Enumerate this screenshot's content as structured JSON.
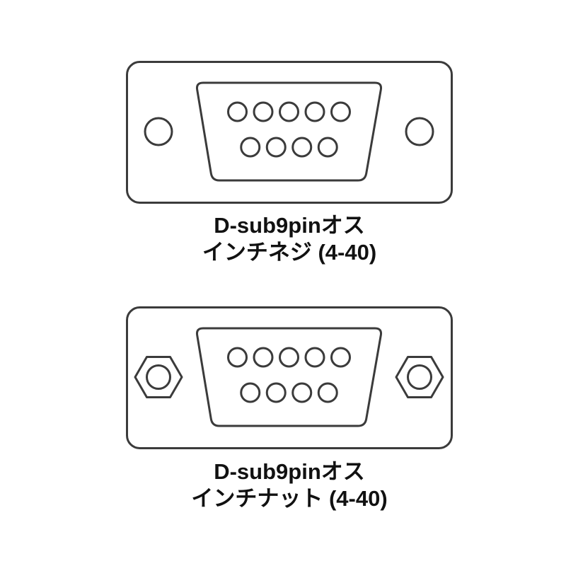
{
  "page": {
    "background_color": "#ffffff",
    "line_color": "#3b3b3b",
    "text_color": "#111111"
  },
  "diagrams": [
    {
      "id": "dsub9pin-inch-screw",
      "connector_type": "D-sub 9pin male",
      "fastener_type": "screw-hole",
      "pin_count_top_row": 5,
      "pin_count_bottom_row": 4,
      "pin_total": 9,
      "label_line1": "D-sub9pinオス",
      "label_line2": "インチネジ (4-40)"
    },
    {
      "id": "dsub9pin-inch-nut",
      "connector_type": "D-sub 9pin male",
      "fastener_type": "hex-nut",
      "pin_count_top_row": 5,
      "pin_count_bottom_row": 4,
      "pin_total": 9,
      "label_line1": "D-sub9pinオス",
      "label_line2": "インチナット (4-40)"
    }
  ]
}
